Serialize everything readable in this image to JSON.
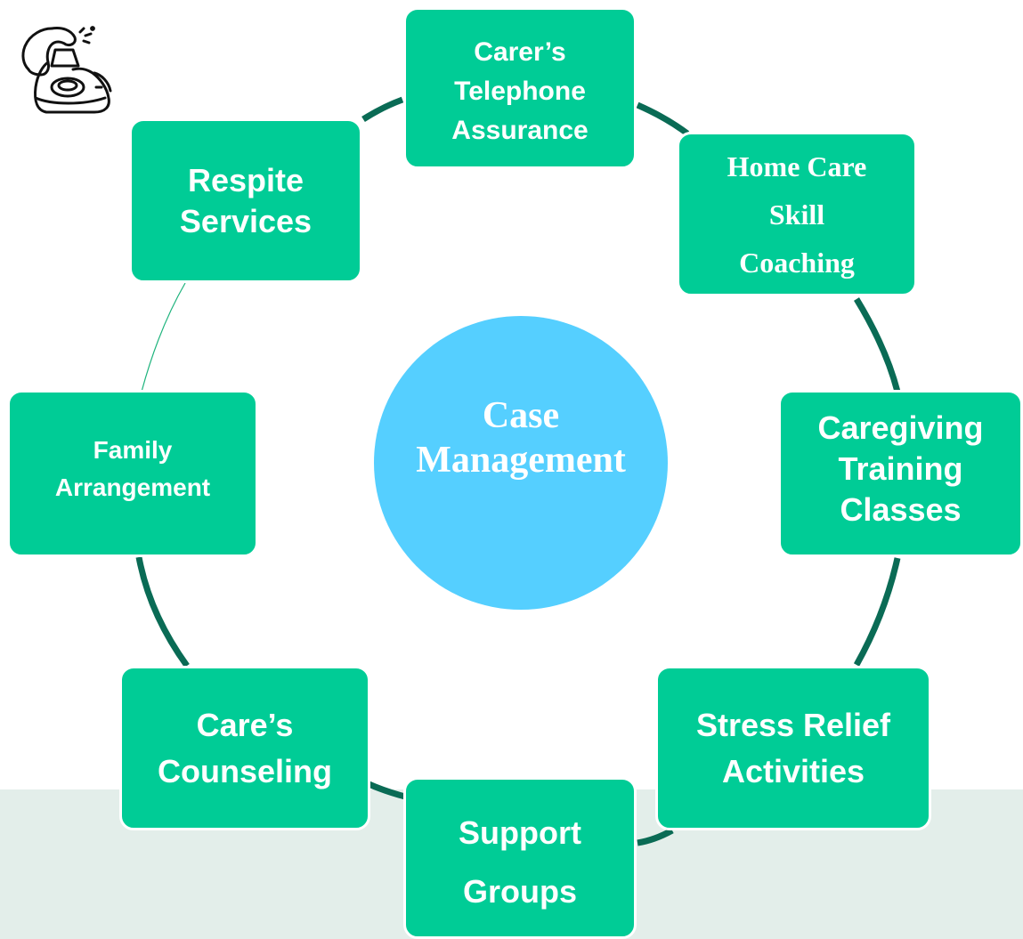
{
  "colors": {
    "node_fill": "#00cc96",
    "node_border": "#ffffff",
    "center_fill": "#55cfff",
    "connector": "#0a6b55",
    "thin_connector": "#1db37c",
    "band": "#e3eeea",
    "icon_stroke": "#111111"
  },
  "center": {
    "label": "Case\nManagement"
  },
  "icon": {
    "name": "telephone-icon"
  },
  "nodes": [
    {
      "label": "Carer’s\nTelephone\nAssurance"
    },
    {
      "label": "Home Care\nSkill\nCoaching"
    },
    {
      "label": "Caregiving\nTraining\nClasses"
    },
    {
      "label": "Stress Relief\nActivities"
    },
    {
      "label": "Support\nGroups"
    },
    {
      "label": "Care’s\nCounseling"
    },
    {
      "label": "Family\nArrangement"
    },
    {
      "label": "Respite\nServices"
    }
  ]
}
